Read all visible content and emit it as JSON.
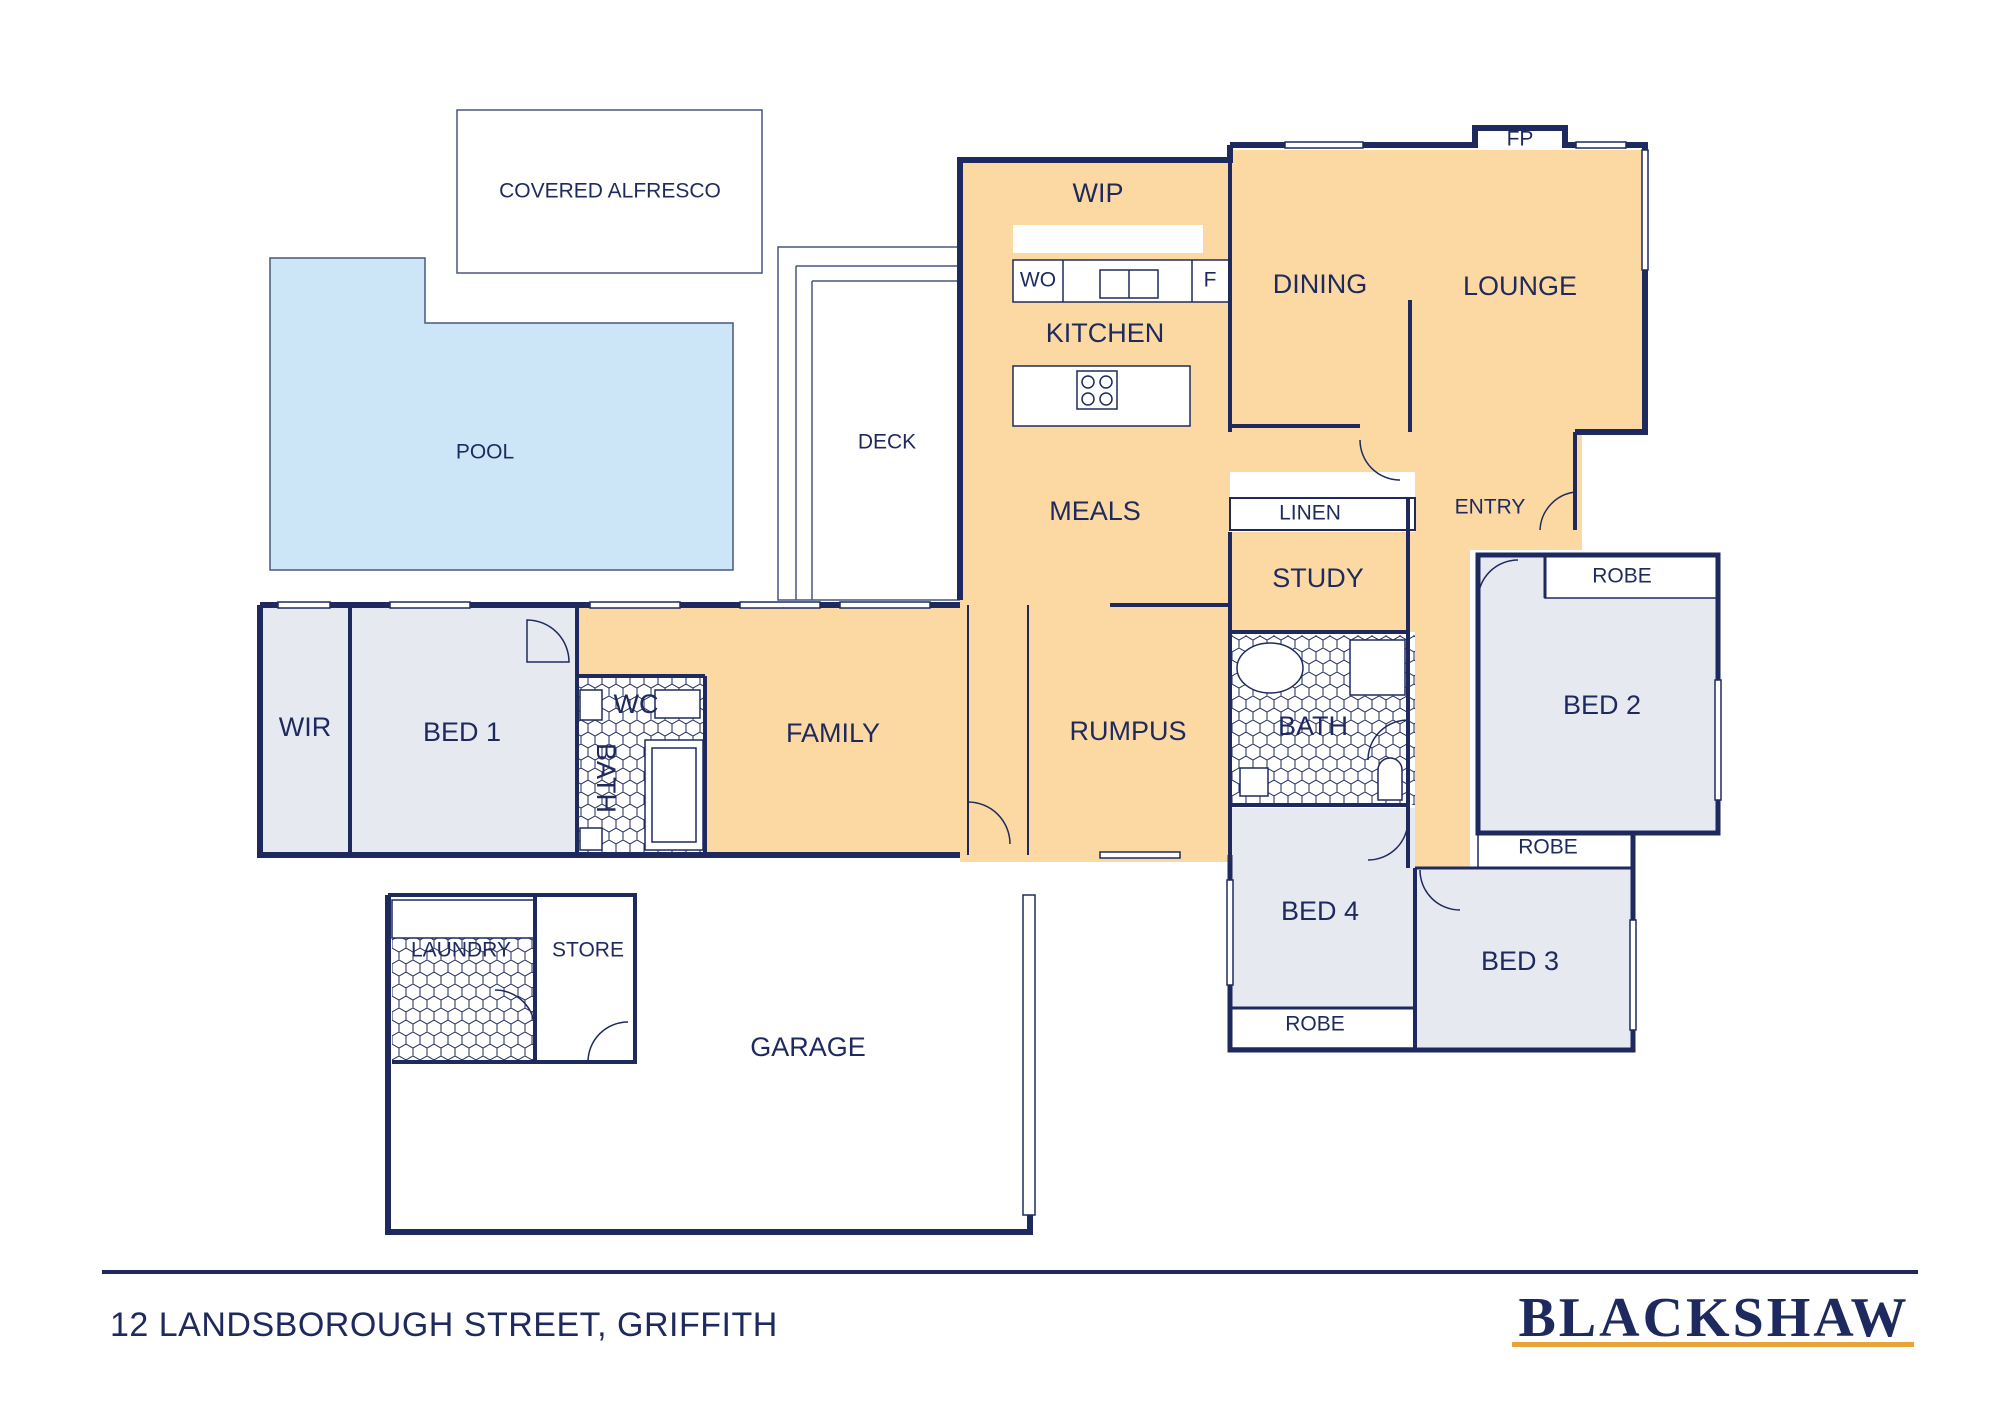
{
  "floor_plan": {
    "rooms": {
      "covered_alfresco": "COVERED ALFRESCO",
      "pool": "POOL",
      "deck": "DECK",
      "wip": "WIP",
      "wo": "WO",
      "f": "F",
      "kitchen": "KITCHEN",
      "dining": "DINING",
      "lounge": "LOUNGE",
      "fp": "FP",
      "meals": "MEALS",
      "linen": "LINEN",
      "entry": "ENTRY",
      "study": "STUDY",
      "robe_bed2": "ROBE",
      "bed2": "BED 2",
      "wir": "WIR",
      "bed1": "BED 1",
      "wc": "WC",
      "bath_ensuite": "BATH",
      "family": "FAMILY",
      "rumpus": "RUMPUS",
      "bath_main": "BATH",
      "robe_bed3": "ROBE",
      "bed4": "BED 4",
      "bed3": "BED 3",
      "robe_bed4": "ROBE",
      "laundry": "LAUNDRY",
      "store": "STORE",
      "garage": "GARAGE"
    },
    "colors": {
      "wall": "#1e2a5e",
      "living": "#fcd9a2",
      "bedroom": "#e6e9f0",
      "pool": "#cde6f7",
      "accent": "#e8a33a"
    }
  },
  "footer": {
    "address": "12 LANDSBOROUGH STREET, GRIFFITH",
    "brand": "BLACKSHAW"
  }
}
